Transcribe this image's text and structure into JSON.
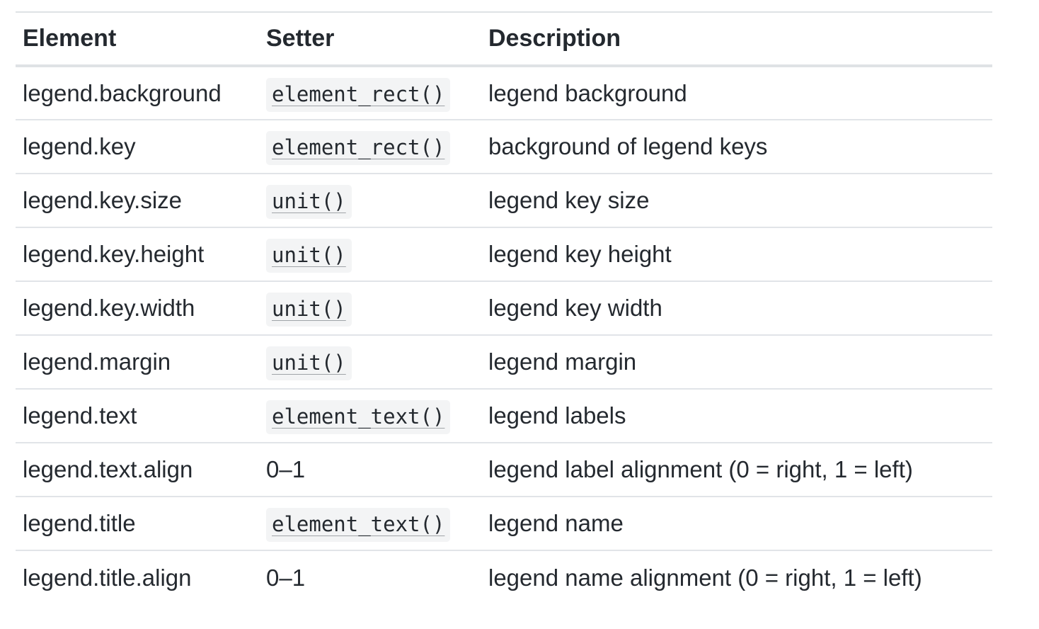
{
  "table": {
    "headers": [
      "Element",
      "Setter",
      "Description"
    ],
    "rows": [
      {
        "element": "legend.background",
        "setter": "element_rect()",
        "setter_is_code": true,
        "description": "legend background"
      },
      {
        "element": "legend.key",
        "setter": "element_rect()",
        "setter_is_code": true,
        "description": "background of legend keys"
      },
      {
        "element": "legend.key.size",
        "setter": "unit()",
        "setter_is_code": true,
        "description": "legend key size"
      },
      {
        "element": "legend.key.height",
        "setter": "unit()",
        "setter_is_code": true,
        "description": "legend key height"
      },
      {
        "element": "legend.key.width",
        "setter": "unit()",
        "setter_is_code": true,
        "description": "legend key width"
      },
      {
        "element": "legend.margin",
        "setter": "unit()",
        "setter_is_code": true,
        "description": "legend margin"
      },
      {
        "element": "legend.text",
        "setter": "element_text()",
        "setter_is_code": true,
        "description": "legend labels"
      },
      {
        "element": "legend.text.align",
        "setter": "0–1",
        "setter_is_code": false,
        "description": "legend label alignment (0 = right, 1 = left)"
      },
      {
        "element": "legend.title",
        "setter": "element_text()",
        "setter_is_code": true,
        "description": "legend name"
      },
      {
        "element": "legend.title.align",
        "setter": "0–1",
        "setter_is_code": false,
        "description": "legend name alignment (0 = right, 1 = left)"
      }
    ]
  }
}
